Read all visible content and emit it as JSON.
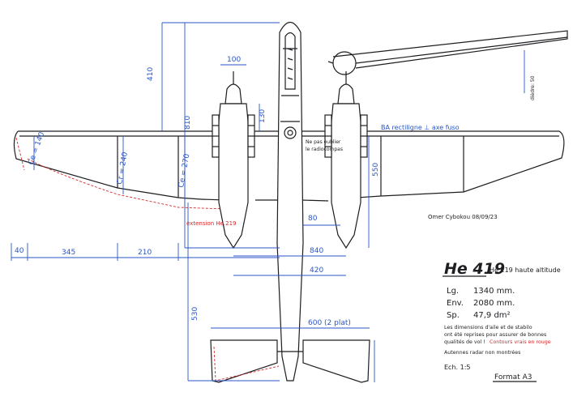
{
  "title": "He 419",
  "subtitle": "He 219 haute altitude",
  "specs": [
    {
      "label": "Lg.",
      "value": "1340 mm."
    },
    {
      "label": "Env.",
      "value": "2080 mm."
    },
    {
      "label": "Sp.",
      "value": "47,9 dm²"
    }
  ],
  "note_lines": [
    "Les dimensions d'aile et de stabilo",
    "ont été reprises pour assurer de bonnes",
    "qualités de vol !"
  ],
  "note_red": "Contours vrais en rouge",
  "note_antennas": "Autennes radar non montrées",
  "scale": "Ech. 1:5",
  "format": "Format A3",
  "author": "Omer Cybokou 08/09/23",
  "fuselage_note_1": "Ne pas oublier",
  "fuselage_note_2": "le radiocompas",
  "leading_edge_note": "BA rectiligne ⊥ axe fuso",
  "dihedral_note": "dièdre: 50",
  "extension_note": "extension He.219",
  "colors": {
    "ink": "#1e1e22",
    "dimension": "#2a55c8",
    "accent": "#d62b2b"
  },
  "dimensions": {
    "nose_to_wing": "410",
    "nose_to_nacelle_aft": "810",
    "spinner_diameter": "100",
    "nacelle_depth": "130",
    "tip_chord": "Ce = 140",
    "mid_chord": "Cr = 240",
    "root_chord": "Ce = 270",
    "nacelle_length": "550",
    "tail_offset": "80",
    "engine_spacing": "840",
    "half_engine_spacing": "420",
    "tip_margin": "40",
    "outer_span": "345",
    "inner_span": "210",
    "wing_to_tail": "530",
    "stab_span": "600 (2 plat)"
  }
}
